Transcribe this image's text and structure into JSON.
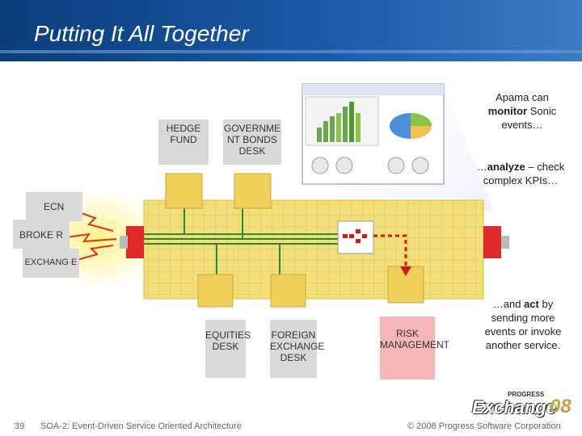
{
  "slide": {
    "title": "Putting It All Together",
    "page_number": "39",
    "footer_left": "SOA-2: Event-Driven Service Oriented Architecture",
    "footer_right": "© 2008 Progress Software Corporation",
    "logo_text": "Exchange",
    "logo_suffix": "08",
    "logo_small": "PROGRESS"
  },
  "nodes": {
    "hedge_fund": "HEDGE FUND",
    "gov_bonds": "GOVERNME NT BONDS DESK",
    "ecn": "ECN",
    "broker": "BROKE R",
    "exchange": "EXCHANG E",
    "equities": "EQUITIES DESK",
    "fx_desk": "FOREIGN EXCHANGE DESK",
    "risk": "RISK MANAGEMENT"
  },
  "callouts": {
    "monitor": {
      "pre": "Apama can",
      "bold": "monitor",
      "post": "Sonic events…"
    },
    "analyze": {
      "pre": "…",
      "bold": "analyze",
      "post": "– check complex KPIs…"
    },
    "act": {
      "pre": "…and",
      "bold": "act",
      "post": "by sending more events or invoke another service."
    }
  },
  "colors": {
    "header": "#1a5aa8",
    "bus": "#f3df7a",
    "bus_line": "#2a8a3a",
    "event_red": "#d11a1a",
    "risk_box": "#f4b6b6"
  }
}
